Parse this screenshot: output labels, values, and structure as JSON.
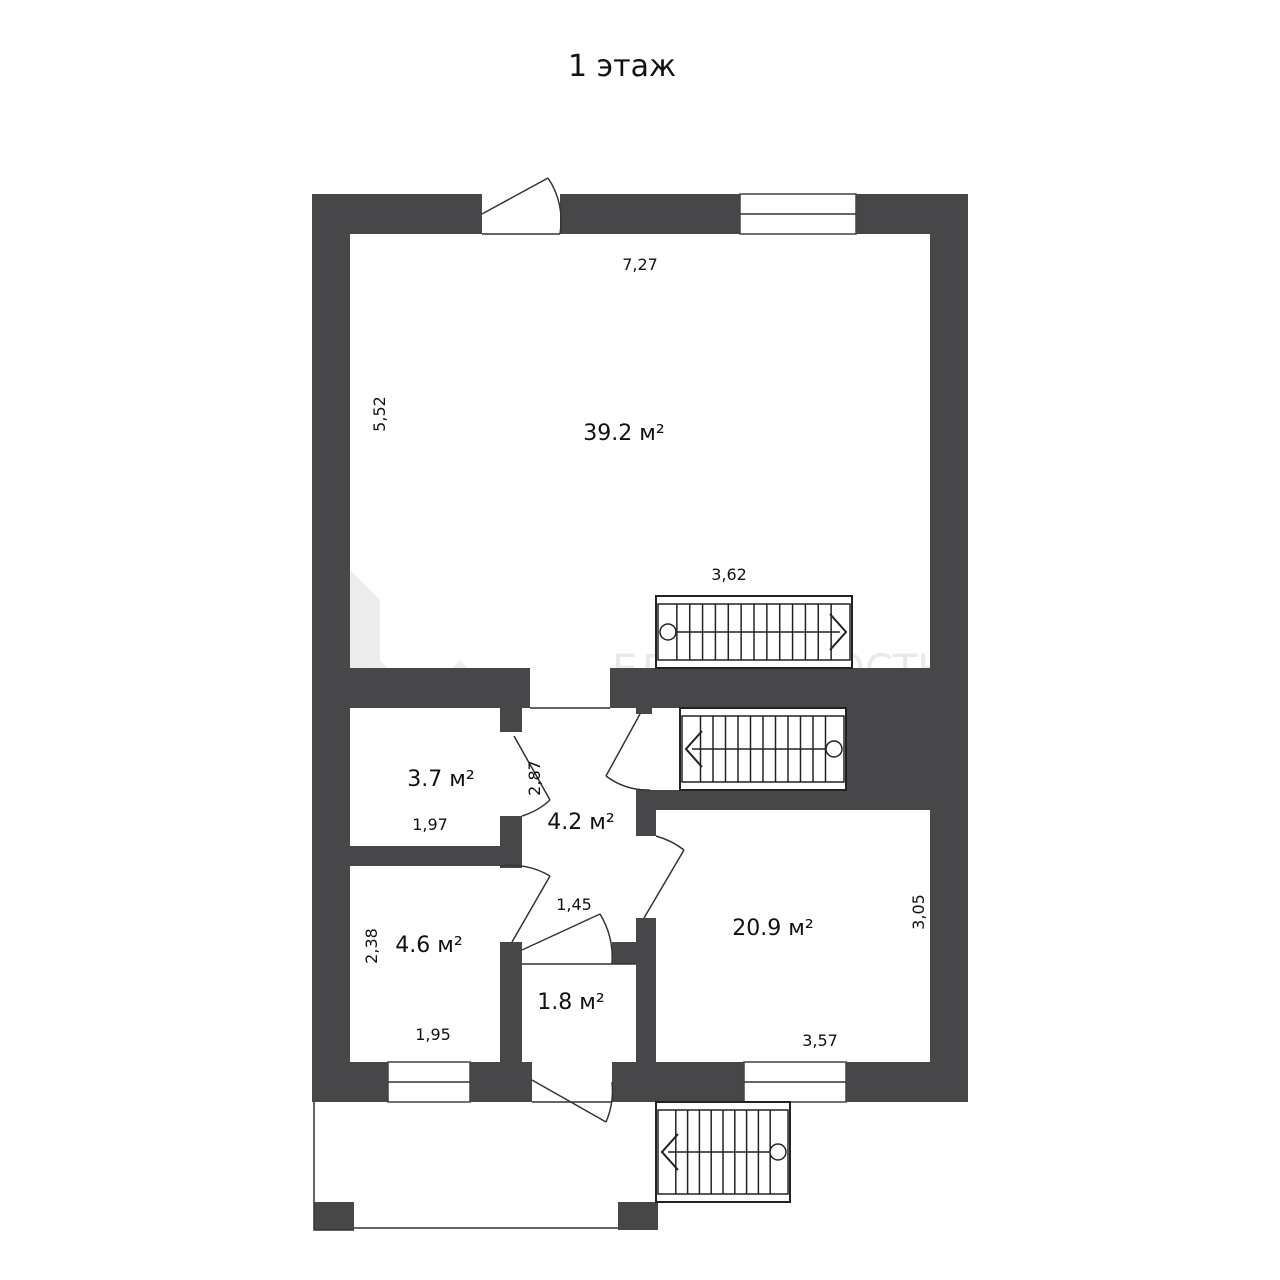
{
  "title": "1 этаж",
  "rooms": [
    {
      "area": "39.2 м²"
    },
    {
      "area": "3.7 м²"
    },
    {
      "area": "4.2 м²"
    },
    {
      "area": "4.6 м²"
    },
    {
      "area": "1.8 м²"
    },
    {
      "area": "20.9 м²"
    }
  ],
  "dimensions": {
    "top_width": "7,27",
    "left_height": "5,52",
    "stair_width": "3,62",
    "small_room_height": "2,87",
    "small_room_width": "1,97",
    "corridor_width": "1,45",
    "room46_height": "2,38",
    "room46_width": "1,95",
    "room209_height": "3,05",
    "room209_width": "3,57"
  },
  "watermark": "ЕДВИЖИМОСТЬ",
  "colors": {
    "wall": "#474749",
    "background": "#ffffff"
  }
}
